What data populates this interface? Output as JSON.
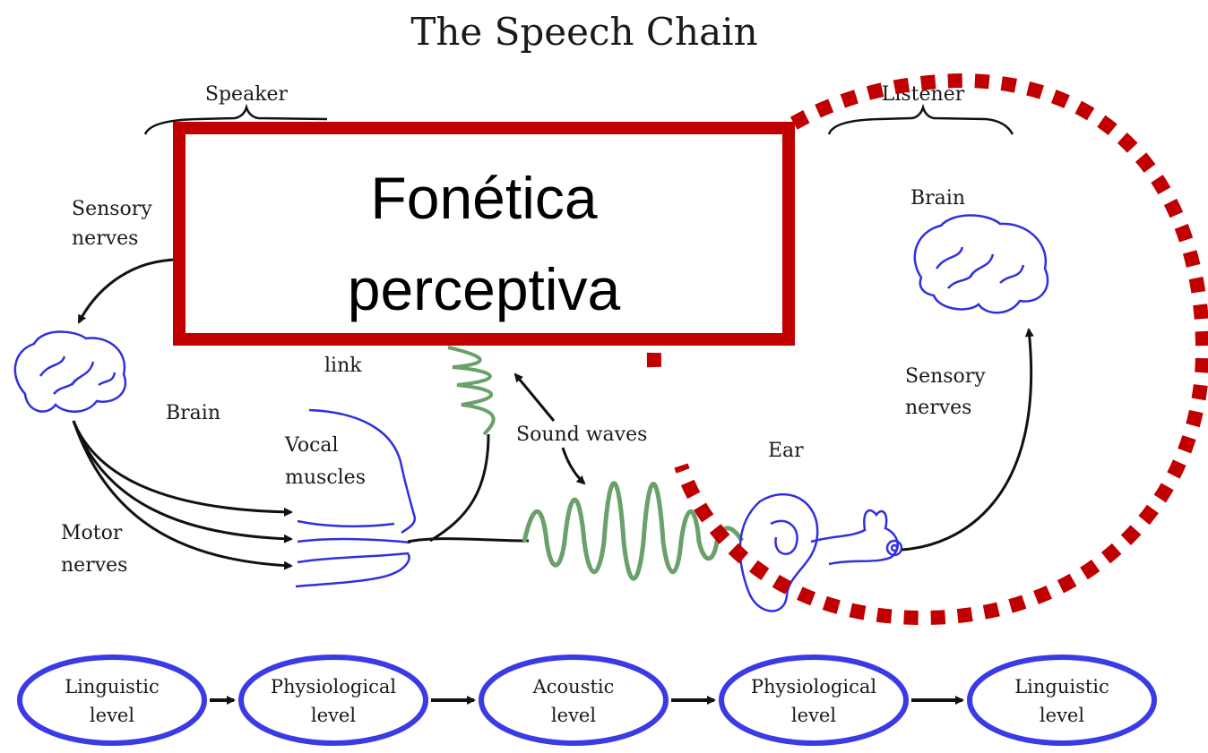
{
  "diagram": {
    "title": "The Speech Chain",
    "speaker_label": "Speaker",
    "listener_label": "Listener",
    "speaker_sensory_nerves": [
      "Sensory",
      "nerves"
    ],
    "speaker_brain": "Brain",
    "feedback_link": "link",
    "vocal_muscles": [
      "Vocal",
      "muscles"
    ],
    "motor_nerves": [
      "Motor",
      "nerves"
    ],
    "sound_waves": "Sound waves",
    "ear": "Ear",
    "listener_brain": "Brain",
    "listener_sensory_nerves": [
      "Sensory",
      "nerves"
    ],
    "levels": [
      {
        "line1": "Linguistic",
        "line2": "level"
      },
      {
        "line1": "Physiological",
        "line2": "level"
      },
      {
        "line1": "Acoustic",
        "line2": "level"
      },
      {
        "line1": "Physiological",
        "line2": "level"
      },
      {
        "line1": "Linguistic",
        "line2": "level"
      }
    ]
  },
  "overlay": {
    "box_text": [
      "Fonética",
      "perceptiva"
    ],
    "box_color": "#c00000",
    "circle_color": "#c00000"
  },
  "colors": {
    "brain_outline": "#3030e0",
    "sound_wave": "#6aa06a",
    "level_ellipse": "#3a3ae6",
    "ink": "#1a1a1a"
  }
}
